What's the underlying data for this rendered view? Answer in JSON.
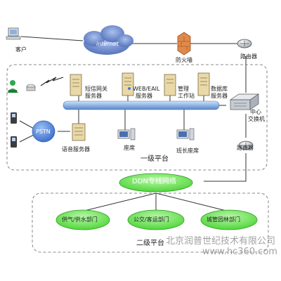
{
  "labels": {
    "client": "客户",
    "internet": "internet",
    "firewall": "防火墙",
    "router_top": "路由器",
    "sms_gateway": [
      "短信网关",
      "服务器"
    ],
    "web_mail": [
      "WEB/EAIL",
      "服务器"
    ],
    "mgmt_station": [
      "管理",
      "工作站"
    ],
    "db_server": [
      "数据库",
      "服务器"
    ],
    "core_switch": [
      "中心",
      "交换机"
    ],
    "pstn": "PSTN",
    "voice_server": "语音服务器",
    "agent_seat": "座席",
    "lead_seat": "班长座席",
    "router_mid": "路由器",
    "level1": "一级平台",
    "ddn": "DDN专线网络",
    "dept_gas_water": "供气/供水部门",
    "dept_transit": "公交/客运部门",
    "dept_parks": "城管园林部门",
    "level2": "二级平台"
  },
  "watermark": {
    "company": "北京润普世纪技术有限公司",
    "url": "www.hc360.com"
  },
  "colors": {
    "bus": "#8fb4e6",
    "internet_cloud": "#5f7fc7",
    "pstn_fill": "#5b8ee0",
    "ddn_fill": "#6ee65a",
    "dept_fill": "#6ee65a",
    "server_fill": "#e9d8a8",
    "firewall": "#e08a4a",
    "operator_green": "#2fa84f"
  }
}
